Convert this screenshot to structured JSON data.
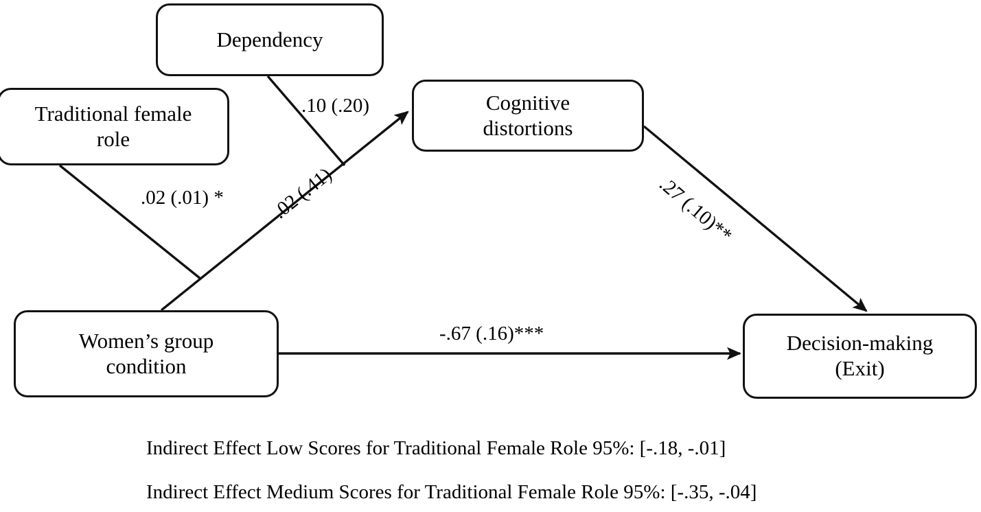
{
  "figure": {
    "type": "moderated-mediation-path-diagram",
    "background_color": "#ffffff",
    "line_color": "#111111"
  },
  "nodes": [
    {
      "id": "dependency",
      "label": "Dependency",
      "role": "moderator"
    },
    {
      "id": "traditional-female-role",
      "label": "Traditional female\nrole",
      "role": "moderator"
    },
    {
      "id": "cognitive-distortions",
      "label": "Cognitive\ndistortions",
      "role": "mediator"
    },
    {
      "id": "womens-group-condition",
      "label": "Women’s group\ncondition",
      "role": "predictor"
    },
    {
      "id": "decision-making",
      "label": "Decision-making\n(Exit)",
      "role": "outcome"
    }
  ],
  "edges": [
    {
      "id": "dependency-path",
      "from": "dependency",
      "to": "a-path",
      "label": ".10 (.20)",
      "coefficient": ".10",
      "standard_error": ".20",
      "significance": "",
      "arrowhead": false,
      "rotated": false
    },
    {
      "id": "tfr-path",
      "from": "traditional-female-role",
      "to": "a-path",
      "label": ".02 (.01) *",
      "coefficient": ".02",
      "standard_error": ".01",
      "significance": "*",
      "arrowhead": false,
      "rotated": false
    },
    {
      "id": "a-path",
      "from": "womens-group-condition",
      "to": "cognitive-distortions",
      "label": ".02 (.41)",
      "coefficient": ".02",
      "standard_error": ".41",
      "significance": "",
      "arrowhead": true,
      "rotated": true
    },
    {
      "id": "b-path",
      "from": "cognitive-distortions",
      "to": "decision-making",
      "label": ".27 (.10)**",
      "coefficient": ".27",
      "standard_error": ".10",
      "significance": "**",
      "arrowhead": true,
      "rotated": true
    },
    {
      "id": "c-path",
      "from": "womens-group-condition",
      "to": "decision-making",
      "label": "-.67 (.16)***",
      "coefficient": "-.67",
      "standard_error": ".16",
      "significance": "***",
      "arrowhead": true,
      "rotated": false
    }
  ],
  "footnotes": [
    {
      "id": "low",
      "text": "Indirect Effect Low Scores for Traditional Female Role 95%: [-.18, -.01]",
      "interval": [
        -0.18,
        -0.01
      ]
    },
    {
      "id": "medium",
      "text": "Indirect Effect Medium Scores for Traditional Female Role 95%: [-.35, -.04]",
      "interval": [
        -0.35,
        -0.04
      ]
    }
  ]
}
